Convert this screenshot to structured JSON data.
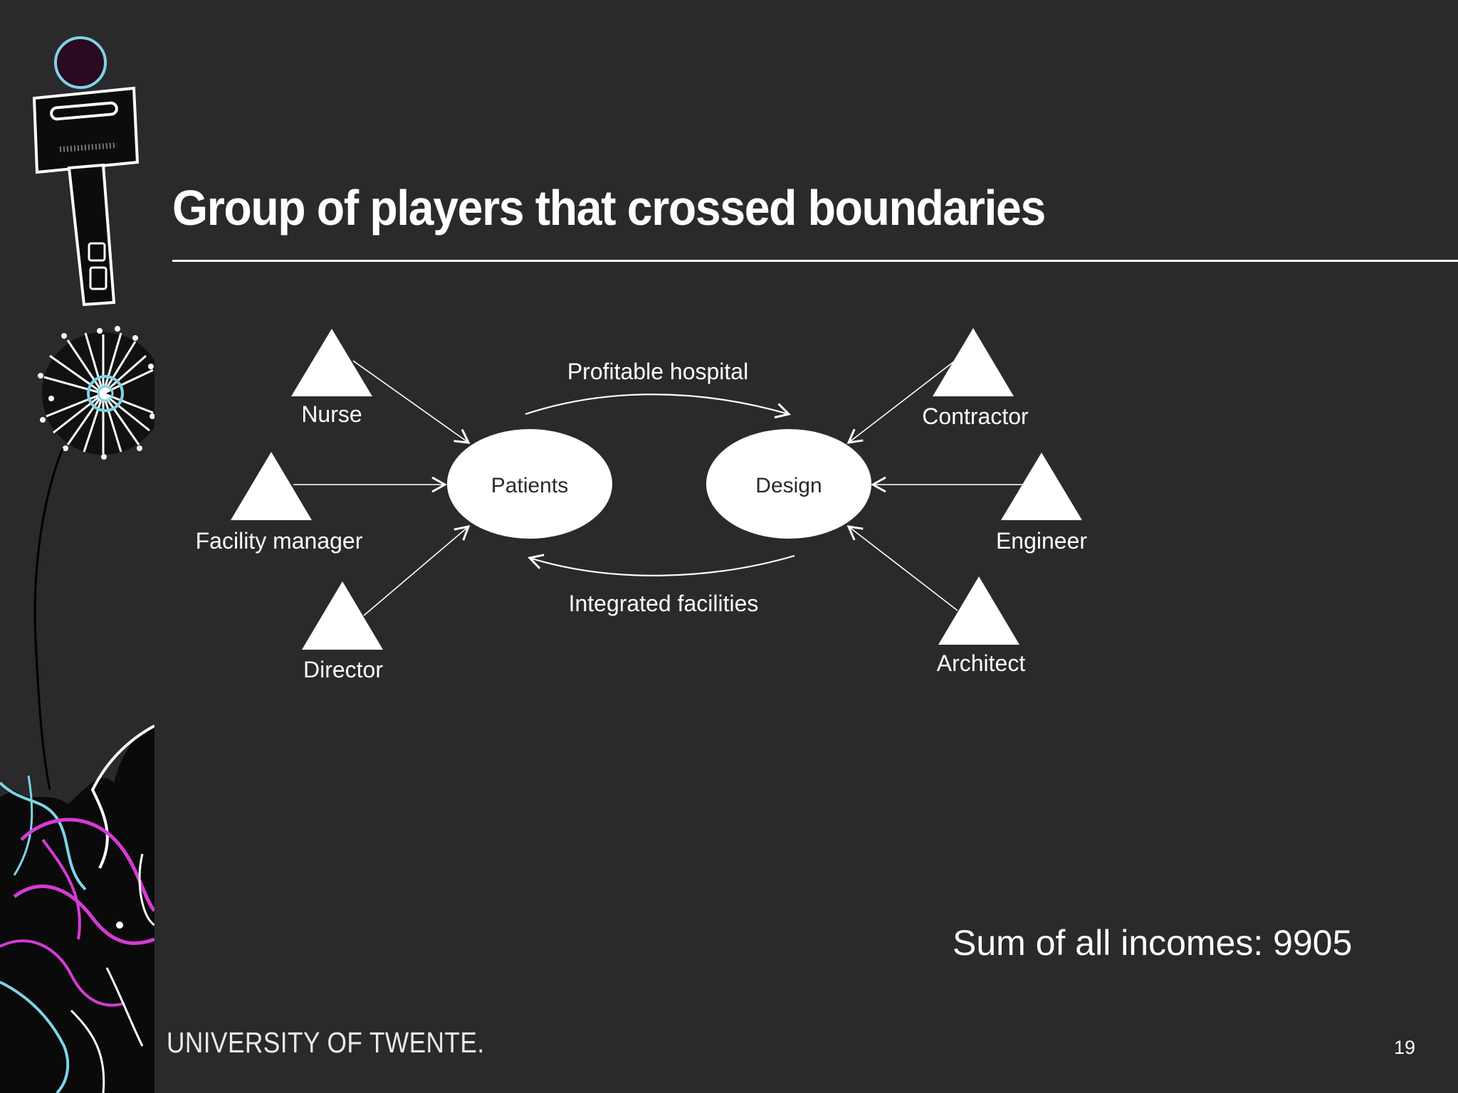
{
  "slide": {
    "title": "Group of players that crossed boundaries",
    "footer_logo": "UNIVERSITY OF TWENTE.",
    "page_number": "19",
    "sum_label": "Sum of all incomes: 9905"
  },
  "diagram": {
    "nodes": {
      "patients": "Patients",
      "design": "Design"
    },
    "players": {
      "nurse": "Nurse",
      "facility_manager": "Facility manager",
      "director": "Director",
      "contractor": "Contractor",
      "engineer": "Engineer",
      "architect": "Architect"
    },
    "links": {
      "top": "Profitable hospital",
      "bottom": "Integrated facilities"
    }
  },
  "colors": {
    "background": "#2a2a2c",
    "foreground": "#ffffff",
    "accent_magenta": "#d63ad6",
    "accent_cyan": "#7fd3e6"
  }
}
